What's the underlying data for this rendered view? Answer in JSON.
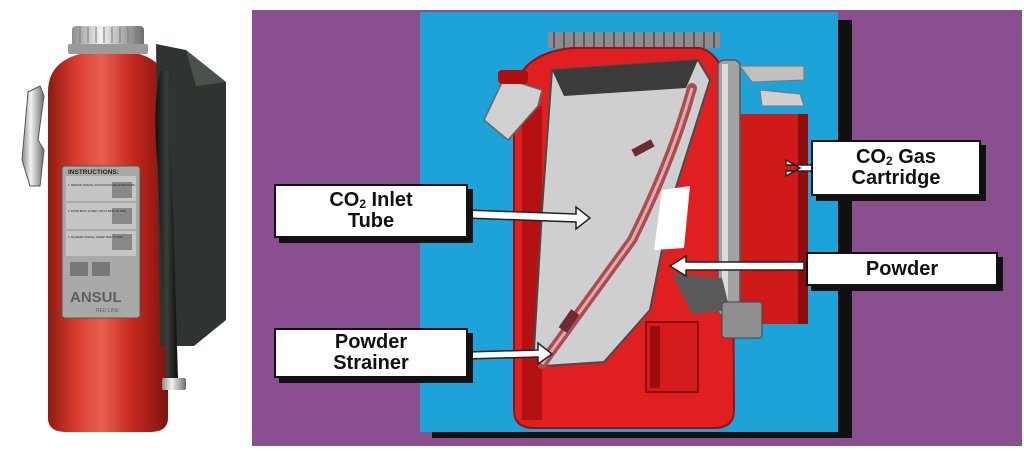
{
  "photo": {
    "instructions_title": "INSTRUCTIONS:",
    "instruction_steps": [
      "1. REMOVE NOZZLE, PUSH PUNCTURE LEVER DOWN.",
      "2. START BACK 10 FEET, AIM AT BASE OF FIRE.",
      "3. SQUEEZE NOZZLE, SWEEP SIDE TO SIDE."
    ],
    "brand": "ANSUL",
    "brand_sub": "RED LINE"
  },
  "diagram": {
    "labels": {
      "co2_gas_cartridge": {
        "line1_main": "CO",
        "line1_sub": "2",
        "line1_rest": " Gas",
        "line2": "Cartridge"
      },
      "co2_inlet_tube": {
        "line1_main": "CO",
        "line1_sub": "2",
        "line1_rest": " Inlet",
        "line2": "Tube"
      },
      "powder": {
        "line1": "Powder"
      },
      "powder_strainer": {
        "line1": "Powder",
        "line2": "Strainer"
      }
    }
  },
  "colors": {
    "purple_background": "#8a4f8e",
    "blue_panel": "#1ea3d8",
    "extinguisher_red": "#e02020",
    "photo_red": "#c8281e",
    "powder_grey": "#cfcfd2"
  }
}
